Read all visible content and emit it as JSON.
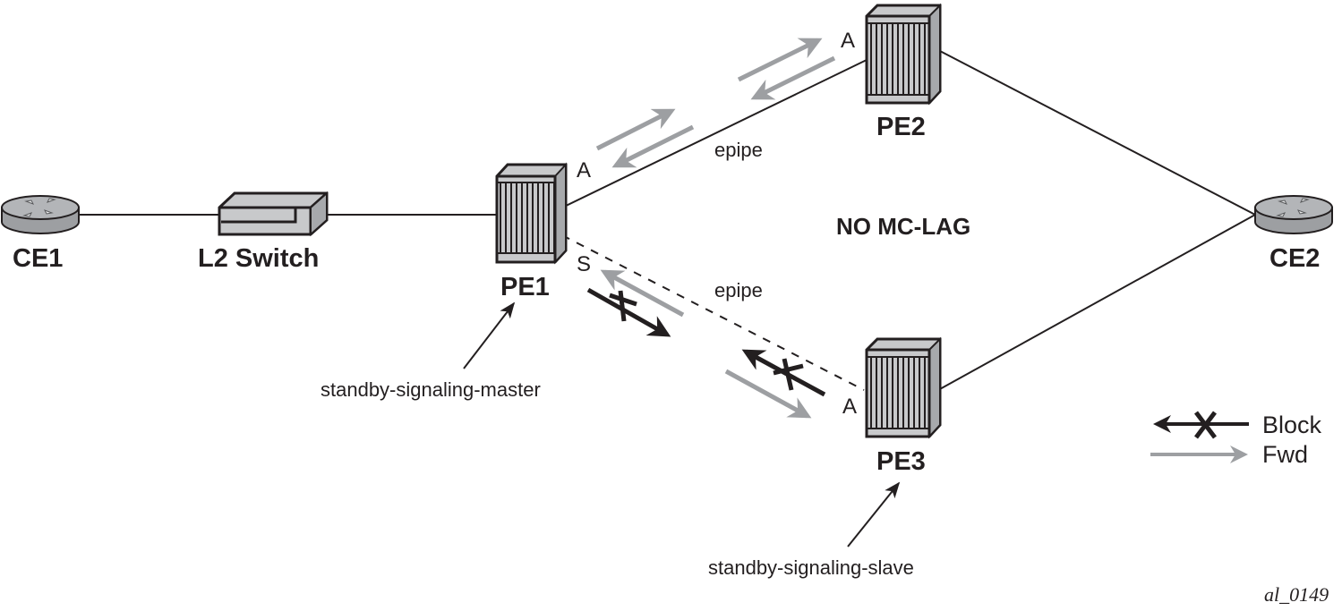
{
  "diagram": {
    "title": "NO MC-LAG",
    "figure_id": "al_0149",
    "colors": {
      "line": "#231f20",
      "forward_arrow": "#9d9fa2",
      "block_arrow": "#231f20",
      "device_fill": "#c8c9cb",
      "device_dark": "#a7a9ac"
    },
    "nodes": {
      "ce1": {
        "label": "CE1",
        "type": "router-icon"
      },
      "l2switch": {
        "label": "L2 Switch",
        "type": "switch-icon"
      },
      "pe1": {
        "label": "PE1",
        "type": "chassis-icon"
      },
      "pe2": {
        "label": "PE2",
        "type": "chassis-icon"
      },
      "pe3": {
        "label": "PE3",
        "type": "chassis-icon"
      },
      "ce2": {
        "label": "CE2",
        "type": "router-icon"
      }
    },
    "ports": {
      "pe1_to_pe2": "A",
      "pe1_to_pe3": "S",
      "pe2_to_pe1": "A",
      "pe3_to_pe1": "A"
    },
    "links": {
      "pe1_pe2": {
        "label": "epipe",
        "style": "solid"
      },
      "pe1_pe3": {
        "label": "epipe",
        "style": "dashed"
      }
    },
    "callouts": {
      "pe1": "standby-signaling-master",
      "pe3": "standby-signaling-slave"
    },
    "legend": {
      "block": "Block",
      "fwd": "Fwd"
    }
  }
}
